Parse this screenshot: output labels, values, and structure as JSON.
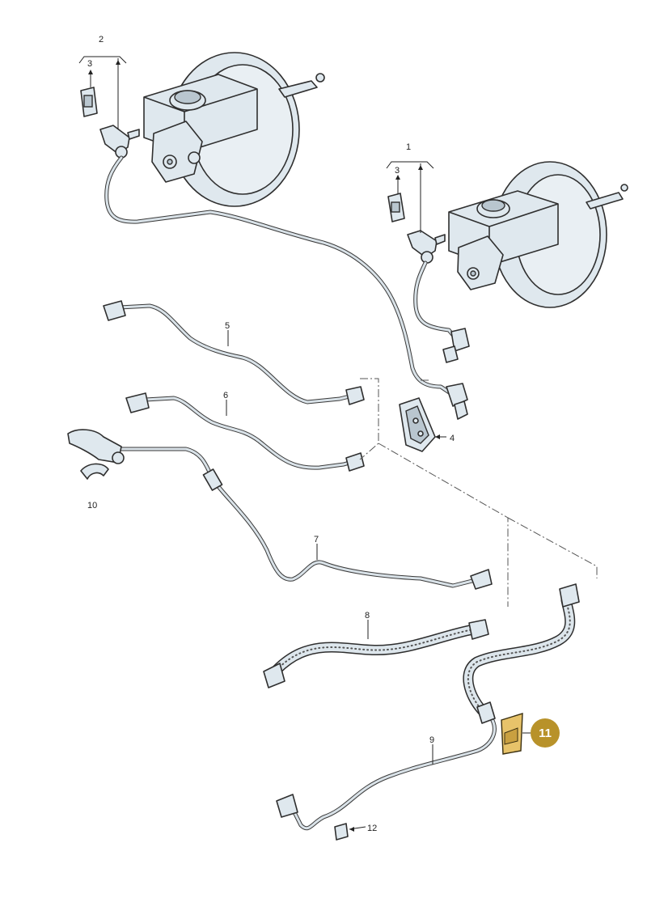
{
  "callouts": {
    "c1": "1",
    "c2": "2",
    "c3a": "3",
    "c3b": "3",
    "c4": "4",
    "c5": "5",
    "c6": "6",
    "c7": "7",
    "c8": "8",
    "c9": "9",
    "c10": "10",
    "c11": "11",
    "c12": "12"
  },
  "colors": {
    "badge": "#b8922a",
    "part_fill": "#dfe8ee",
    "outline": "#2f2f2f"
  }
}
